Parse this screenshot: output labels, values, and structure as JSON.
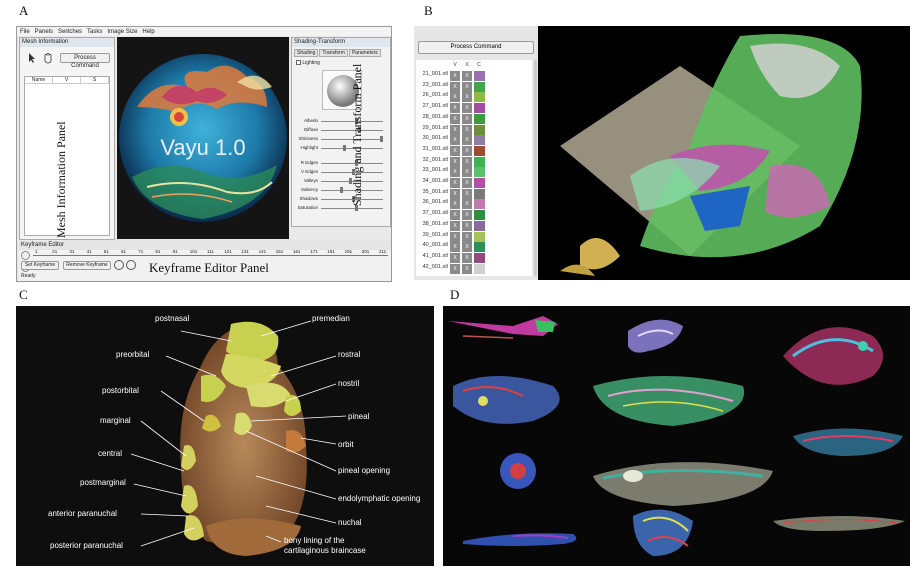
{
  "panel_letters": {
    "a": "A",
    "b": "B",
    "c": "C",
    "d": "D"
  },
  "panelA": {
    "menu": [
      "File",
      "Panels",
      "Switches",
      "Tasks",
      "Image Size",
      "Help"
    ],
    "mesh_title": "Mesh Information",
    "process_command": "Process Command",
    "list_headers": [
      "Name",
      "V",
      "S"
    ],
    "mesh_panel_label": "Mesh Information Panel",
    "viewport_title": "Vayu 1.0",
    "shading_title": "Shading-Transform",
    "tabs": [
      "Shading",
      "Transform",
      "Parameters"
    ],
    "lighting": "Lighting",
    "sliders": [
      "Albedo",
      "Diffuse",
      "Shininess",
      "Highlight",
      "R Edges",
      "V Edges",
      "Valleys",
      "Saliency",
      "Shadows",
      "Saturation"
    ],
    "shading_panel_label": "Shading and Transform Panel",
    "keyframe_title": "Keyframe Editor",
    "timeline_ticks": [
      "1",
      "21",
      "31",
      "41",
      "51",
      "61",
      "71",
      "81",
      "91",
      "101",
      "111",
      "121",
      "131",
      "141",
      "151",
      "161",
      "171",
      "181",
      "191",
      "201",
      "211"
    ],
    "keyframe_panel_label": "Keyframe Editor Panel",
    "set_keyframe": "Set Keyframe",
    "remove_keyframe": "Remove Keyframe",
    "status": "Ready"
  },
  "panelB": {
    "process_command": "Process Command",
    "columns": [
      "V",
      "X",
      "C"
    ],
    "rows": [
      {
        "name": "21_001.stl",
        "color": "#9b6fb0"
      },
      {
        "name": "23_001.stl",
        "color": "#3fa64b"
      },
      {
        "name": "26_001.stl",
        "color": "#8fba4a"
      },
      {
        "name": "27_001.stl",
        "color": "#a04ea0"
      },
      {
        "name": "28_001.stl",
        "color": "#3a9c3a"
      },
      {
        "name": "29_001.stl",
        "color": "#6d8f3a"
      },
      {
        "name": "30_001.stl",
        "color": "#8e7fa6"
      },
      {
        "name": "31_001.stl",
        "color": "#9e4f2a"
      },
      {
        "name": "32_001.stl",
        "color": "#44b054"
      },
      {
        "name": "33_001.stl",
        "color": "#5bbf6b"
      },
      {
        "name": "34_001.stl",
        "color": "#b04fa5"
      },
      {
        "name": "35_001.stl",
        "color": "#7a7a7a"
      },
      {
        "name": "36_001.stl",
        "color": "#bf7ab0"
      },
      {
        "name": "37_001.stl",
        "color": "#2f8f3c"
      },
      {
        "name": "38_001.stl",
        "color": "#8a6a9e"
      },
      {
        "name": "39_001.stl",
        "color": "#a3c25a"
      },
      {
        "name": "40_001.stl",
        "color": "#2f8f5a"
      },
      {
        "name": "41_001.stl",
        "color": "#8f4a80"
      },
      {
        "name": "42_001.stl",
        "color": "#d0d0d0"
      }
    ]
  },
  "panelC": {
    "labels": [
      "postnasal",
      "premedian",
      "preorbital",
      "rostral",
      "nostril",
      "postorbital",
      "pineal",
      "marginal",
      "orbit",
      "central",
      "pineal opening",
      "postmarginal",
      "endolymphatic opening",
      "anterior paranuchal",
      "nuchal",
      "posterior paranuchal",
      "bony lining of the",
      "cartilaginous braincase"
    ]
  }
}
